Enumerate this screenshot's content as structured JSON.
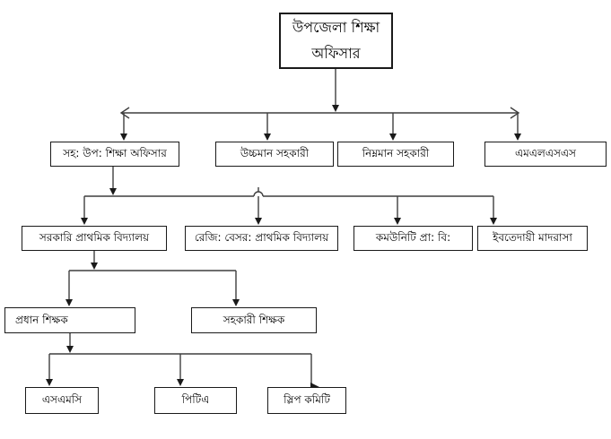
{
  "colors": {
    "background": "#ffffff",
    "line": "#3f3f3f",
    "box_border": "#1a1a1a",
    "text": "#000000"
  },
  "diagram": {
    "type": "org-chart",
    "nodes": {
      "root": {
        "label": "উপজেলা শিক্ষা অফিসার"
      },
      "l2_1": {
        "label": "সহ: উপ: শিক্ষা অফিসার"
      },
      "l2_2": {
        "label": "উচ্চমান সহকারী"
      },
      "l2_3": {
        "label": "নিম্নমান সহকারী"
      },
      "l2_4": {
        "label": "এমএলএসএস"
      },
      "l3_1": {
        "label": "সরকারি প্রাথমিক বিদ্যালয়"
      },
      "l3_2": {
        "label": "রেজি: বেসর: প্রাথমিক বিদ্যালয়"
      },
      "l3_3": {
        "label": "কমউনিটি প্রা: বি:"
      },
      "l3_4": {
        "label": "ইবতেদায়ী মাদরাসা"
      },
      "l4_1": {
        "label": "প্রধান শিক্ষক"
      },
      "l4_2": {
        "label": "সহকারী শিক্ষক"
      },
      "l5_1": {
        "label": "এসএমসি"
      },
      "l5_2": {
        "label": "পিটিএ"
      },
      "l5_3": {
        "label": "স্লিপ কমিটি"
      }
    },
    "edges": [
      [
        "root",
        "l2_1"
      ],
      [
        "root",
        "l2_2"
      ],
      [
        "root",
        "l2_3"
      ],
      [
        "root",
        "l2_4"
      ],
      [
        "l2_1",
        "l3_1"
      ],
      [
        "l2_1",
        "l3_2"
      ],
      [
        "l2_1",
        "l3_3"
      ],
      [
        "l2_1",
        "l3_4"
      ],
      [
        "l3_1",
        "l4_1"
      ],
      [
        "l3_1",
        "l4_2"
      ],
      [
        "l4_1",
        "l5_1"
      ],
      [
        "l4_1",
        "l5_2"
      ],
      [
        "l4_1",
        "l5_3"
      ]
    ]
  }
}
